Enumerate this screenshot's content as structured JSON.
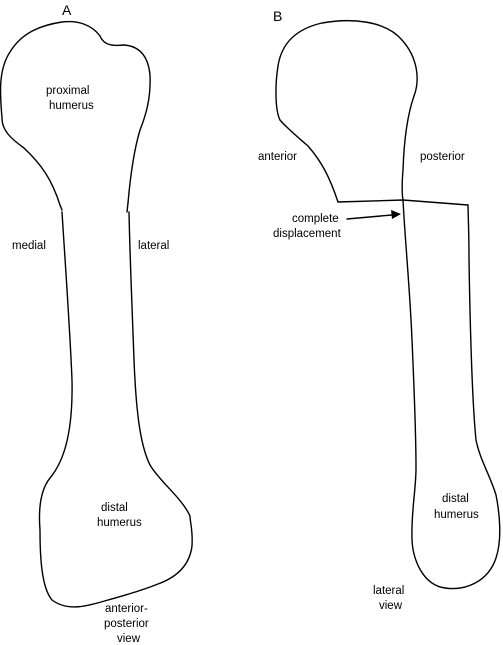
{
  "panels": {
    "a": {
      "letter": "A",
      "labels": {
        "proximal_line1": "proximal",
        "proximal_line2": "humerus",
        "medial": "medial",
        "lateral": "lateral",
        "distal_line1": "distal",
        "distal_line2": "humerus",
        "view_line1": "anterior-",
        "view_line2": "posterior",
        "view_line3": "view"
      }
    },
    "b": {
      "letter": "B",
      "labels": {
        "anterior": "anterior",
        "posterior": "posterior",
        "displacement_line1": "complete",
        "displacement_line2": "displacement",
        "distal_line1": "distal",
        "distal_line2": "humerus",
        "view_line1": "lateral",
        "view_line2": "view"
      }
    }
  },
  "colors": {
    "line": "#000000",
    "background": "#ffffff"
  }
}
